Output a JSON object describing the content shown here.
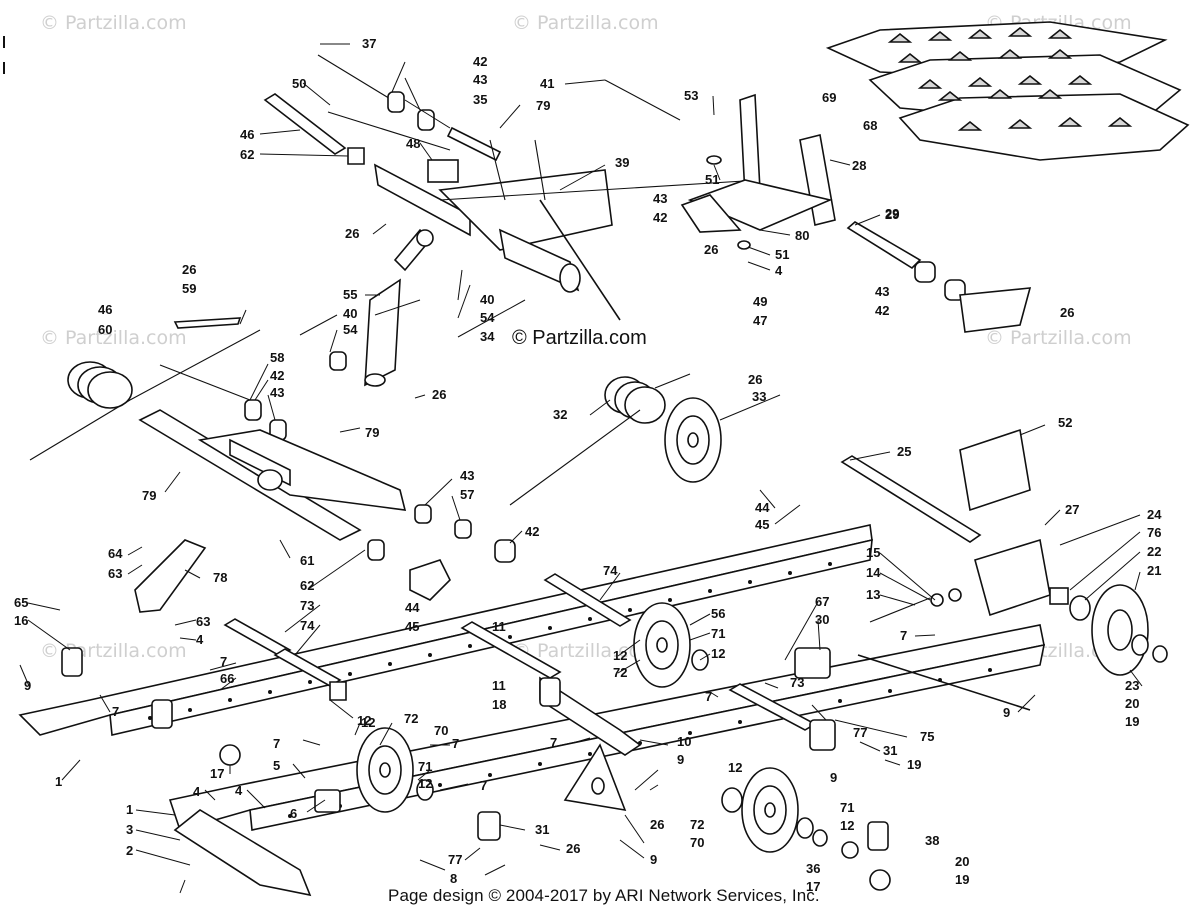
{
  "watermarks": {
    "corner": "© Partzilla.com",
    "center": "© Partzilla.com"
  },
  "footer": "Page design © 2004-2017 by ARI Network Services, Inc.",
  "callouts": [
    "1",
    "2",
    "3",
    "4",
    "5",
    "6",
    "7",
    "8",
    "9",
    "10",
    "11",
    "12",
    "13",
    "14",
    "15",
    "16",
    "17",
    "18",
    "19",
    "20",
    "21",
    "22",
    "23",
    "24",
    "25",
    "26",
    "27",
    "28",
    "29",
    "30",
    "31",
    "32",
    "33",
    "34",
    "35",
    "36",
    "37",
    "38",
    "39",
    "40",
    "41",
    "42",
    "43",
    "44",
    "45",
    "46",
    "47",
    "48",
    "49",
    "50",
    "51",
    "52",
    "53",
    "54",
    "55",
    "56",
    "57",
    "58",
    "59",
    "60",
    "61",
    "62",
    "63",
    "64",
    "65",
    "66",
    "67",
    "68",
    "69",
    "70",
    "71",
    "72",
    "73",
    "74",
    "75",
    "76",
    "77",
    "78",
    "79",
    "80"
  ]
}
